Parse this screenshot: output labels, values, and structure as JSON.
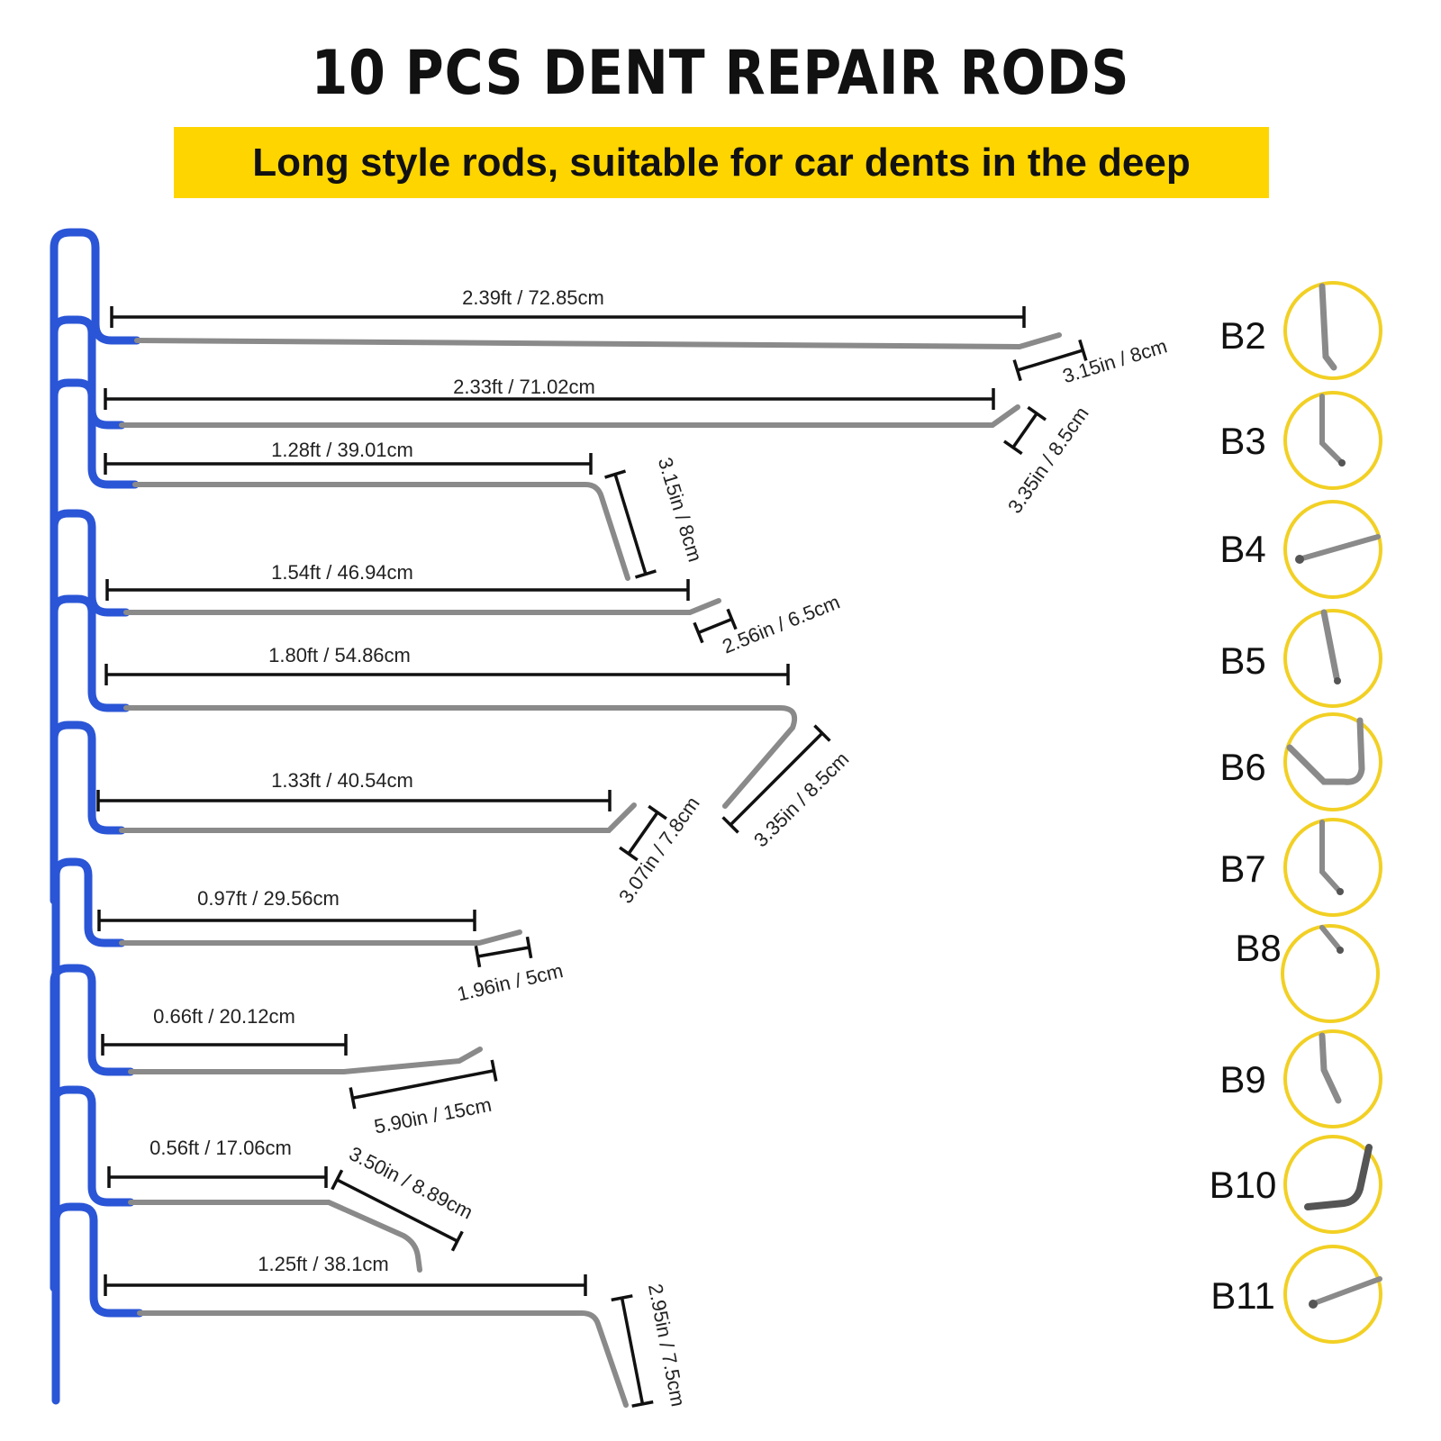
{
  "title": "10 PCS DENT REPAIR RODS",
  "banner": "Long style rods, suitable for car dents in the deep",
  "colors": {
    "banner": "#ffd500",
    "handle": "#2a55d6",
    "rod": "#a9a9a9",
    "dimension": "#111111",
    "circle": "#f2d024"
  },
  "rods": [
    {
      "code": "B2",
      "length_label": "2.39ft / 72.85cm",
      "tip_label": "3.15in / 8cm"
    },
    {
      "code": "B3",
      "length_label": "2.33ft / 71.02cm",
      "tip_label": "3.35in / 8.5cm"
    },
    {
      "code": "B4",
      "length_label": "1.28ft / 39.01cm",
      "tip_label": "3.15in / 8cm"
    },
    {
      "code": "B5",
      "length_label": "1.54ft / 46.94cm",
      "tip_label": "2.56in / 6.5cm"
    },
    {
      "code": "B6",
      "length_label": "1.80ft / 54.86cm",
      "tip_label": "3.35in / 8.5cm"
    },
    {
      "code": "B7",
      "length_label": "1.33ft / 40.54cm",
      "tip_label": "3.07in / 7.8cm"
    },
    {
      "code": "B8",
      "length_label": "0.97ft / 29.56cm",
      "tip_label": "1.96in / 5cm"
    },
    {
      "code": "B9",
      "length_label": "0.66ft / 20.12cm",
      "tip_label": "5.90in / 15cm"
    },
    {
      "code": "B10",
      "length_label": "0.56ft / 17.06cm",
      "tip_label": "3.50in / 8.89cm"
    },
    {
      "code": "B11",
      "length_label": "1.25ft / 38.1cm",
      "tip_label": "2.95in / 7.5cm"
    }
  ]
}
